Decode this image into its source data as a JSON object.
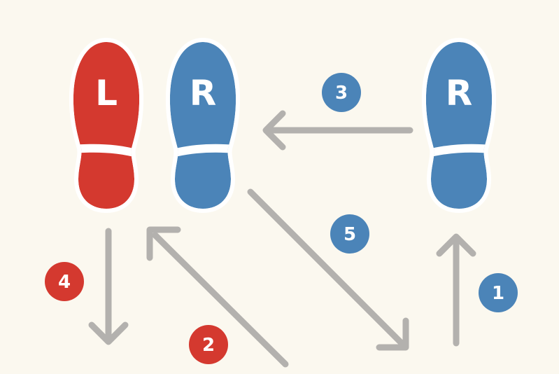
{
  "colors": {
    "background": "#fbf8ef",
    "left_foot": "#d4392f",
    "right_foot": "#4b84b8",
    "arrow": "#b3b1ae",
    "outline": "#ffffff"
  },
  "footprints": [
    {
      "id": "left-foot",
      "letter": "L",
      "color": "#d4392f"
    },
    {
      "id": "right-foot-start",
      "letter": "R",
      "color": "#4b84b8"
    },
    {
      "id": "right-foot-moved",
      "letter": "R",
      "color": "#4b84b8"
    }
  ],
  "steps": [
    {
      "number": "1",
      "color": "#4b84b8",
      "icon": "arrow-up-icon"
    },
    {
      "number": "2",
      "color": "#d4392f",
      "icon": "arrow-up-left-icon"
    },
    {
      "number": "3",
      "color": "#4b84b8",
      "icon": "arrow-left-icon"
    },
    {
      "number": "4",
      "color": "#d4392f",
      "icon": "arrow-down-icon"
    },
    {
      "number": "5",
      "color": "#4b84b8",
      "icon": "arrow-down-right-icon"
    }
  ]
}
